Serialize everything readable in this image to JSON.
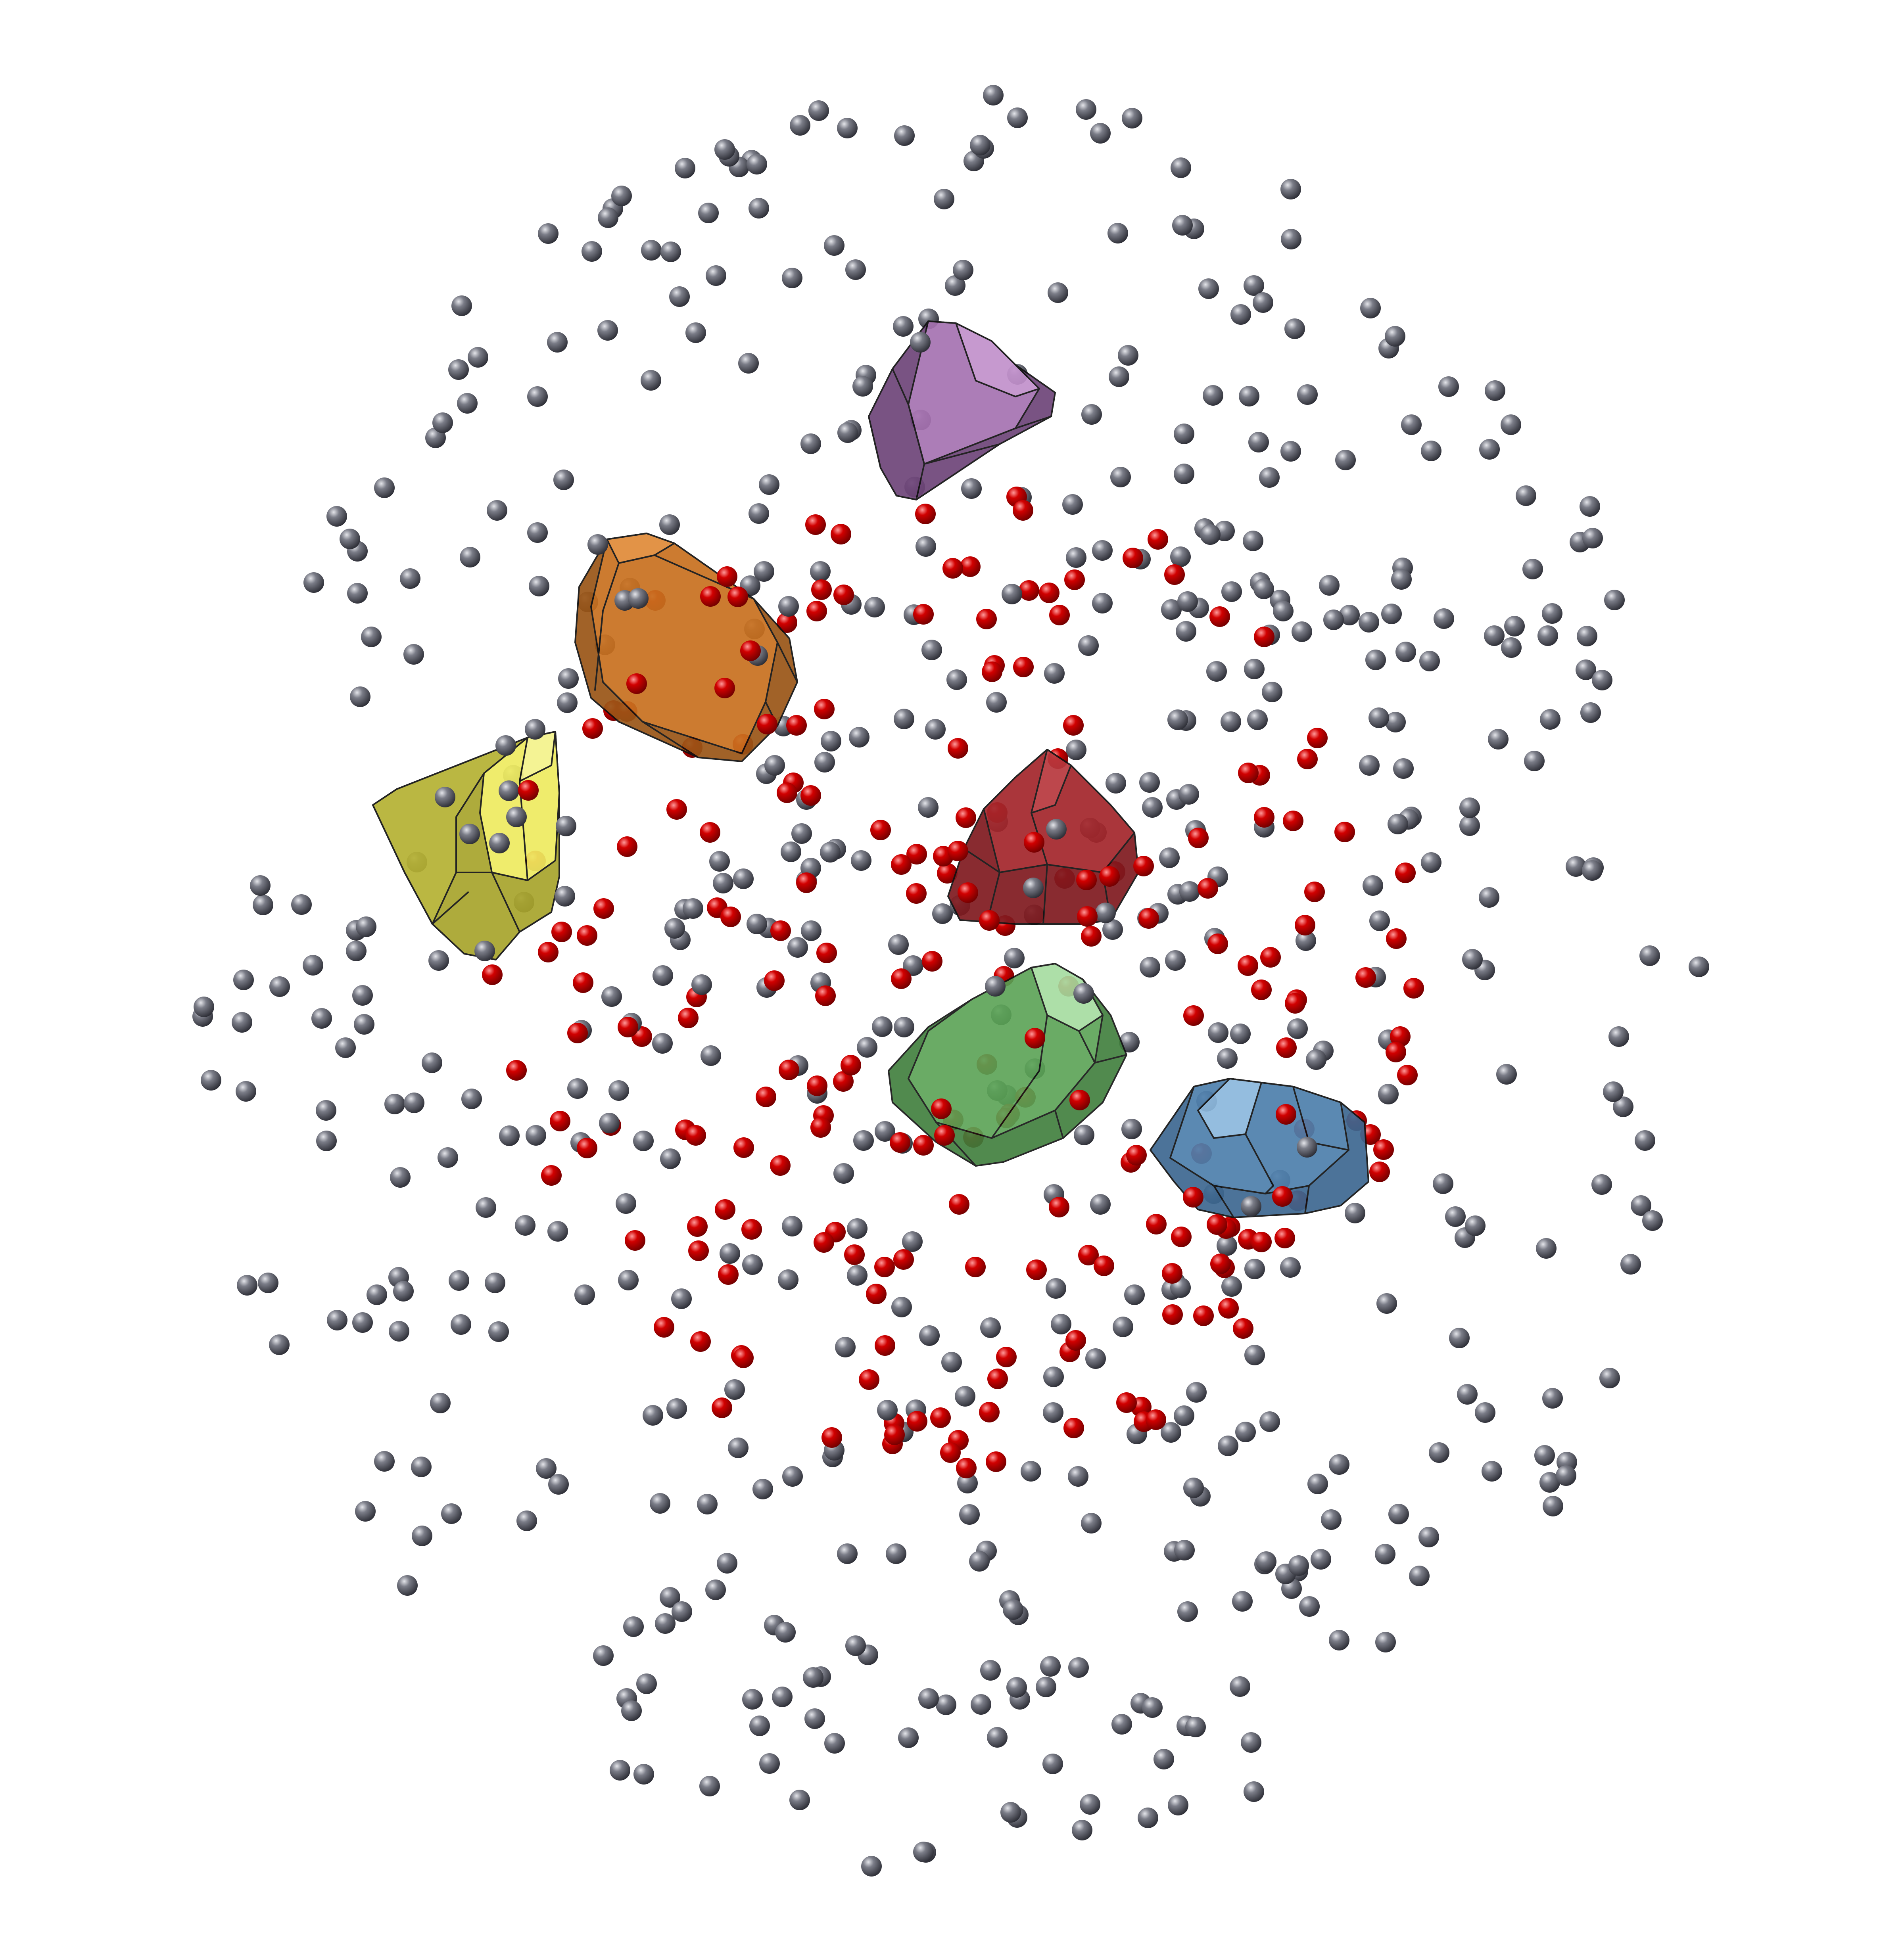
{
  "figure": {
    "description_free": true,
    "background": "#ffffff",
    "atom_colors": {
      "gray": "#4a4c57",
      "gray_highlight": "#d8d9e0",
      "red": "#c20000",
      "red_highlight": "#ff8a8a"
    },
    "cells": [
      {
        "id": "purple",
        "color": "#9b62a8",
        "dark": "#5e3566",
        "light": "#c79bd1"
      },
      {
        "id": "orange",
        "color": "#c8701f",
        "dark": "#8a4810",
        "light": "#e79a4c"
      },
      {
        "id": "yellow",
        "color": "#c9c43c",
        "dark": "#8d8a22",
        "light": "#f1ef6a"
      },
      {
        "id": "red",
        "color": "#a3262b",
        "dark": "#6d1418",
        "light": "#d04a50"
      },
      {
        "id": "green",
        "color": "#4f9a4a",
        "dark": "#2f6a2b",
        "light": "#9fd79a"
      },
      {
        "id": "blue",
        "color": "#4e7fac",
        "dark": "#2f5577",
        "light": "#8cb8dd"
      }
    ],
    "atom_counts": {
      "gray": 560,
      "red": 220
    }
  }
}
